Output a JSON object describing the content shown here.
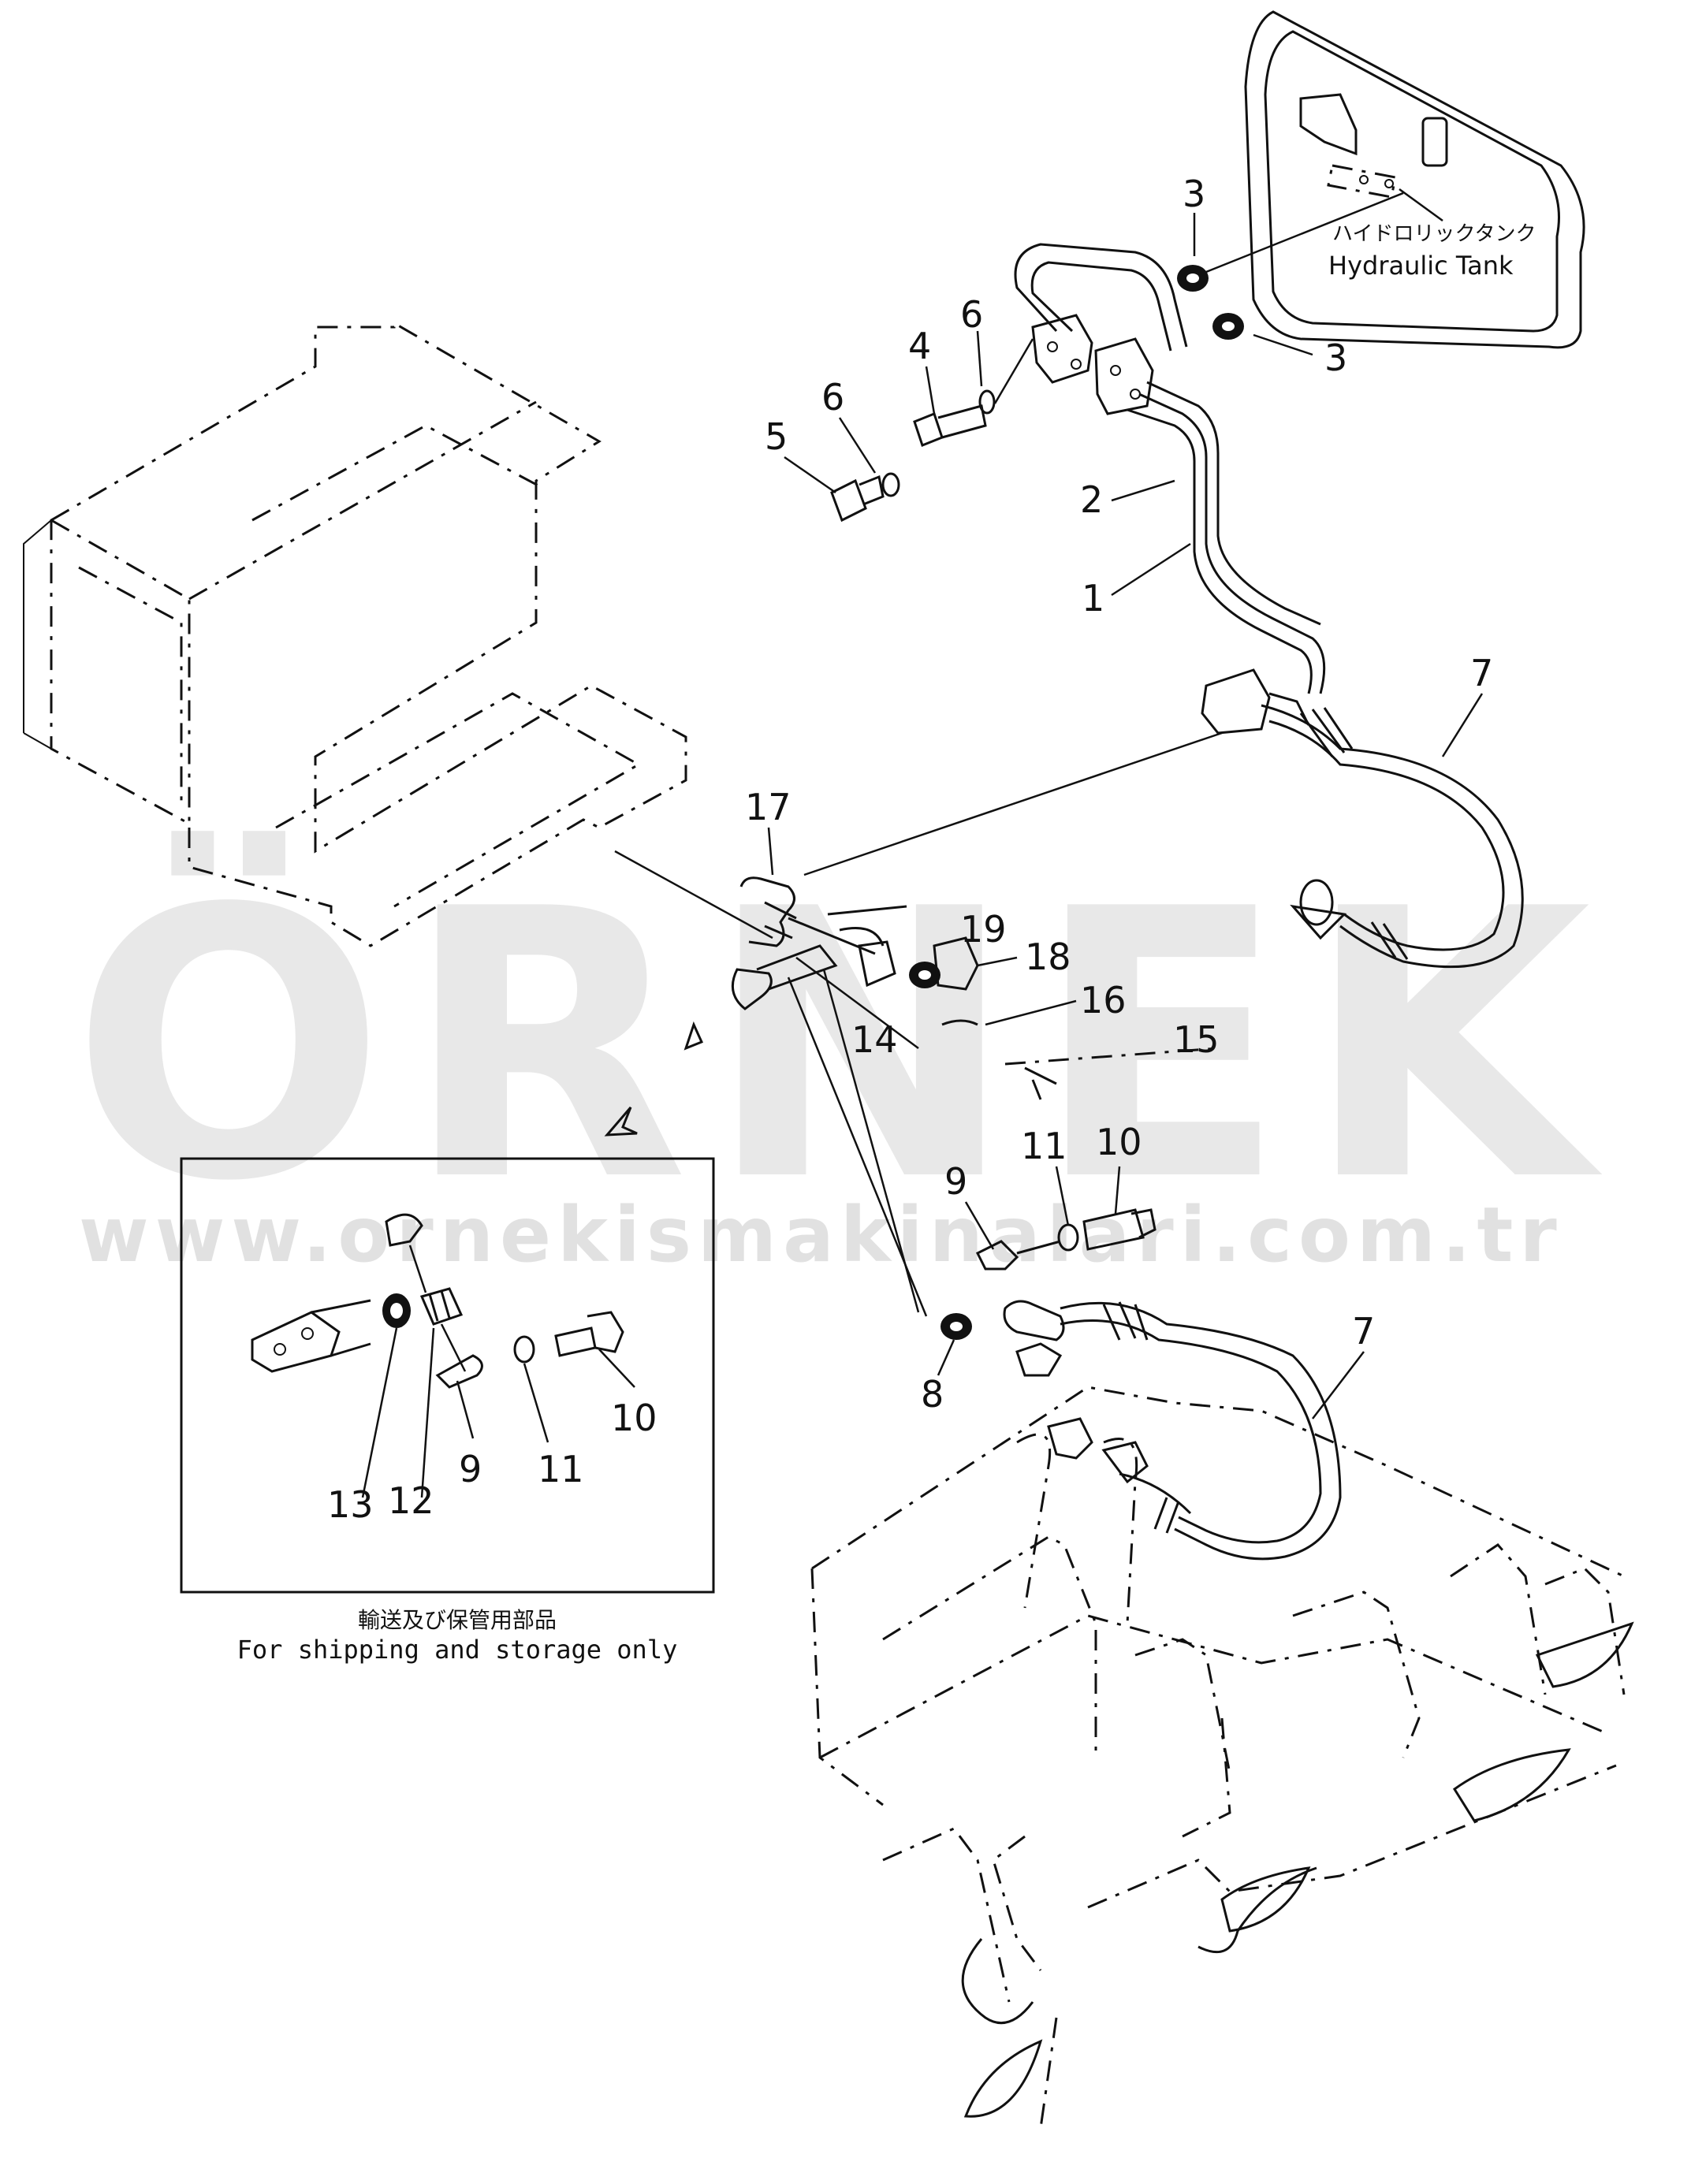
{
  "labels": {
    "hydraulic_tank_jp": "ハイドロリックタンク",
    "hydraulic_tank_en": "Hydraulic Tank",
    "inset_caption_jp": "輸送及び保管用部品",
    "inset_caption_en": "For shipping and storage only"
  },
  "watermark": {
    "brand": "ÖRNEK",
    "url": "www.ornekismakinalari.com.tr",
    "accent_color": "#f5d76e"
  },
  "part_numbers": [
    "3",
    "3",
    "6",
    "4",
    "6",
    "5",
    "2",
    "1",
    "7",
    "17",
    "19",
    "18",
    "16",
    "15",
    "14",
    "11",
    "10",
    "9",
    "8",
    "7",
    "13",
    "12",
    "9",
    "11",
    "10"
  ]
}
